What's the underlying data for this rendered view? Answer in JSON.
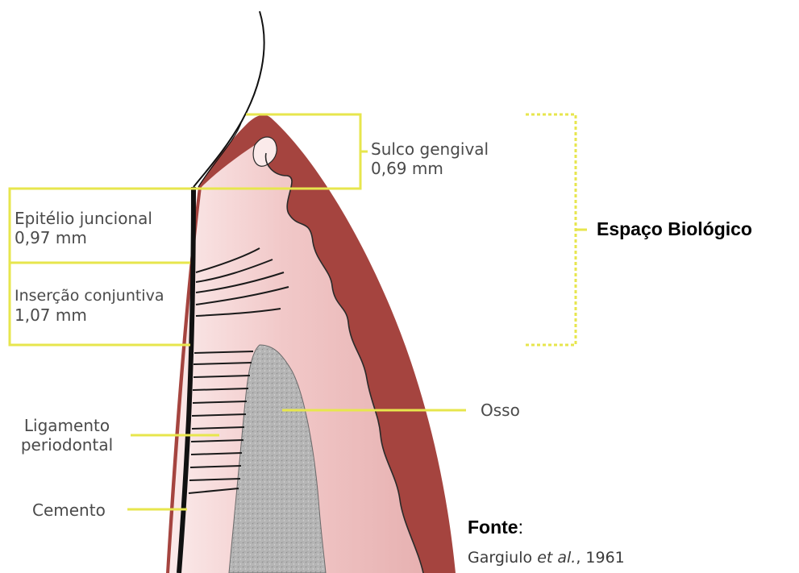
{
  "colors": {
    "gingiva_dark": "#a5443f",
    "gingiva_light": "#eab7b7",
    "gingiva_pale": "#f4d6d6",
    "bone": "#b9b9b9",
    "callout": "#e7e64d",
    "text": "#4a4a4a"
  },
  "labels": {
    "sulco_line1": "Sulco gengival",
    "sulco_line2": "0,69 mm",
    "epitelio_line1": "Epitélio juncional",
    "epitelio_line2": "0,97 mm",
    "insercao_line1": "Inserção conjuntiva",
    "insercao_line2": "1,07 mm",
    "ligamento_line1": "Ligamento",
    "ligamento_line2": "periodontal",
    "cemento": "Cemento",
    "osso": "Osso",
    "espaco_biologico": "Espaço Biológico"
  },
  "source": {
    "title": "Fonte",
    "colon": ":",
    "author": "Gargiulo",
    "etal": "et al.",
    "year": ", 1961"
  }
}
